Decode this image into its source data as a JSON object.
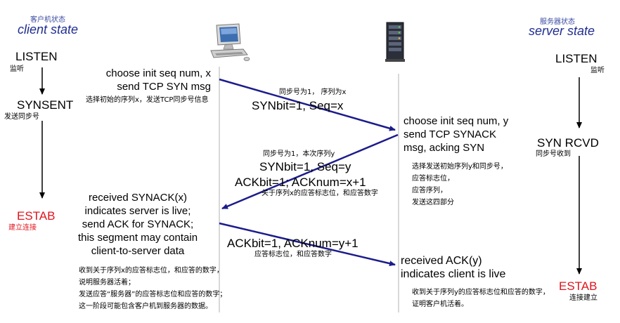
{
  "client": {
    "state_cn": "客户机状态",
    "state_en": "client state",
    "listen": "LISTEN",
    "listen_cn": "监听",
    "synsent": "SYNSENT",
    "synsent_cn": "发送同步号",
    "estab": "ESTAB",
    "estab_cn": "建立连接",
    "step1_line1": "choose init seq num, x",
    "step1_line2": "send TCP SYN msg",
    "step1_cn": "选择初始的序列x，发送TCP同步号信息",
    "step3_lines": "received SYNACK(x)\nindicates server is live;\nsend ACK for SYNACK;\nthis segment may contain\nclient-to-server data",
    "step3_cn": "收到关于序列x的应答标志位，和应答的数字，\n说明服务器活着；\n发送应答“服务器”的应答标志位和应答的数字；\n这一阶段可能包含客户机到服务器的数据。"
  },
  "server": {
    "state_cn": "服务器状态",
    "state_en": "server state",
    "listen": "LISTEN",
    "listen_cn": "监听",
    "synrcvd": "SYN RCVD",
    "synrcvd_cn": "同步号收到",
    "estab": "ESTAB",
    "estab_cn": "连接建立",
    "step2_lines": "choose init seq num, y\nsend TCP SYNACK\nmsg, acking SYN",
    "step2_cn": "选择发送初始序列y和同步号，\n应答标志位，\n应答序列，\n发送这四部分",
    "step4_lines": "received ACK(y)\nindicates client is live",
    "step4_cn": "收到关于序列y的应答标志位和应答的数字，\n证明客户机活着。"
  },
  "messages": {
    "m1_cn": "同步号为1， 序列为x",
    "m1": "SYNbit=1, Seq=x",
    "m2_cn": "同步号为1，本次序列y",
    "m2_line1": "SYNbit=1, Seq=y",
    "m2_line2": "ACKbit=1; ACKnum=x+1",
    "m2_cn2": "关于序列x的应答标志位，和应答数字",
    "m3": "ACKbit=1, ACKnum=y+1",
    "m3_cn": "应答标志位，和应答数字"
  },
  "icons": {
    "client": "desktop-computer-icon",
    "server": "server-tower-icon"
  },
  "colors": {
    "arrow": "#1c1c8c",
    "title": "#1f2e8f",
    "estab": "#e0141e"
  }
}
